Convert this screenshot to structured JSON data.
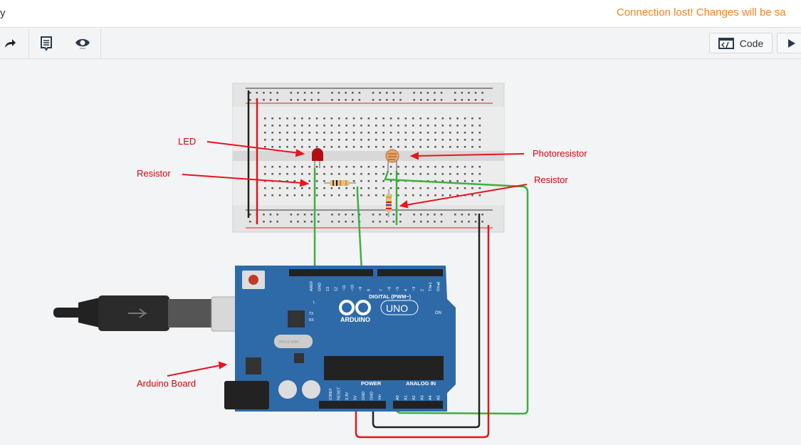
{
  "header": {
    "title": "y",
    "status": "Connection lost! Changes will be sa"
  },
  "toolbar": {
    "redo_icon": "redo-arrow-icon",
    "notes_icon": "notes-icon",
    "view_icon": "eye-icon",
    "code_label": "Code",
    "code_icon": "code-window-icon",
    "start_icon": "play-icon"
  },
  "annotations": {
    "led": "LED",
    "resistor1": "Resistor",
    "photoresistor": "Photoresistor",
    "resistor2": "Resistor",
    "arduino": "Arduino Board"
  },
  "arduino": {
    "brand": "ARDUINO",
    "model": "UNO",
    "digital": "DIGITAL (PWM~)",
    "power": "POWER",
    "analog": "ANALOG IN",
    "on": "ON",
    "l": "L",
    "tx": "TX",
    "rx": "RX",
    "crystal": "SPK16.000G",
    "digital_pins_left": [
      "AREF",
      "GND",
      "13",
      "12",
      "~11",
      "~10",
      "~9",
      "8"
    ],
    "digital_pins_right": [
      "7",
      "~6",
      "~5",
      "4",
      "~3",
      "2",
      "TX▸1",
      "RX◂0"
    ],
    "power_pins": [
      "IOREF",
      "RESET",
      "3.3V",
      "5V",
      "GND",
      "GND",
      "Vin"
    ],
    "analog_pins": [
      "A0",
      "A1",
      "A2",
      "A3",
      "A4",
      "A5"
    ]
  },
  "colors": {
    "accent": "#f5821f",
    "board": "#2e6aa8",
    "wire_green": "#3cb043",
    "wire_red": "#e01818",
    "wire_black": "#222222",
    "annotation": "#e0000b"
  }
}
